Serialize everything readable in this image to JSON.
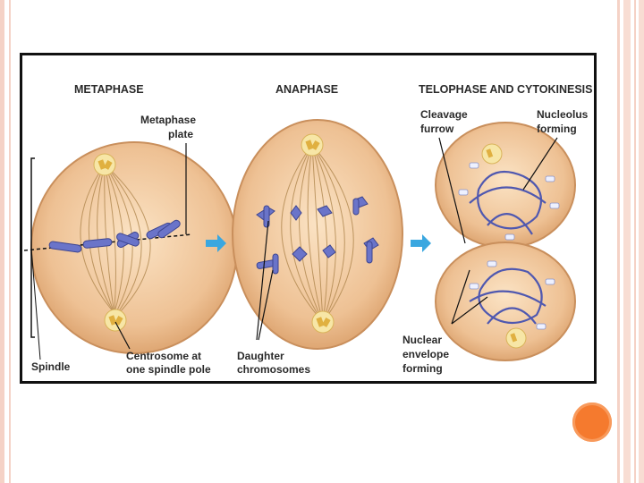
{
  "phases": {
    "metaphase": "METAPHASE",
    "anaphase": "ANAPHASE",
    "telophase": "TELOPHASE AND CYTOKINESIS"
  },
  "labels": {
    "metaphase_plate_1": "Metaphase",
    "metaphase_plate_2": "plate",
    "centrosome_1": "Centrosome at",
    "centrosome_2": "one spindle pole",
    "spindle": "Spindle",
    "daughter_1": "Daughter",
    "daughter_2": "chromosomes",
    "cleavage_1": "Cleavage",
    "cleavage_2": "furrow",
    "nucleolus_1": "Nucleolus",
    "nucleolus_2": "forming",
    "nuclear_1": "Nuclear",
    "nuclear_2": "envelope",
    "nuclear_3": "forming"
  },
  "colors": {
    "cell_fill": "#e9b98a",
    "cell_edge": "#c98f5c",
    "chromosome": "#6a74c9",
    "arrow": "#3aa7e0",
    "accent_circle": "#f57a2e"
  }
}
